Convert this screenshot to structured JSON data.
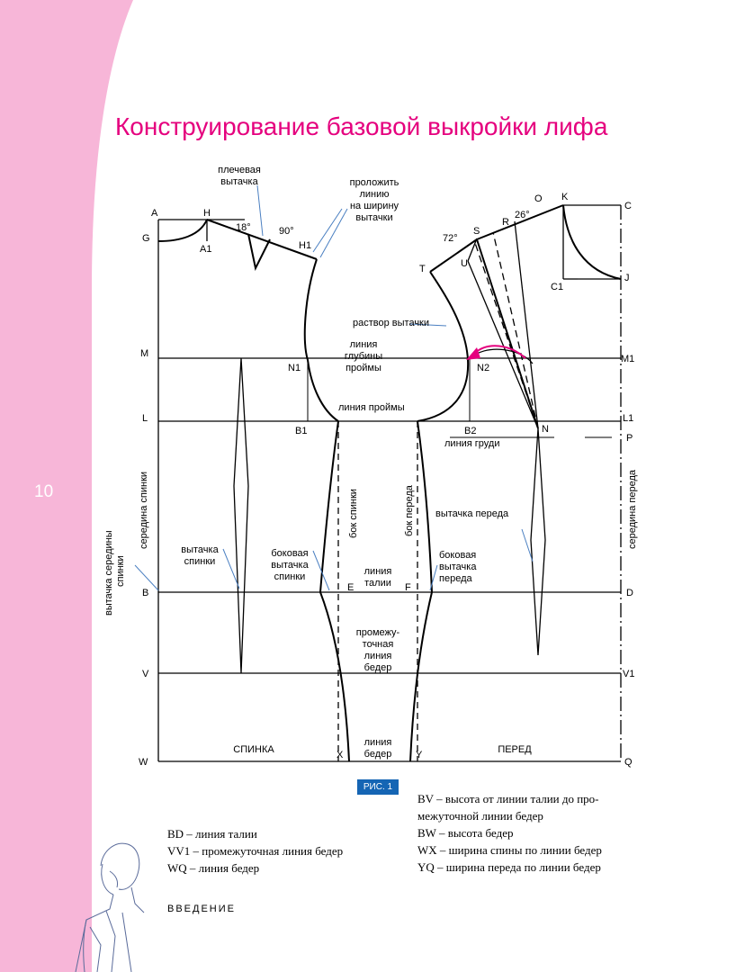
{
  "page": {
    "title": "Конструирование базовой выкройки лифа",
    "page_number": "10",
    "section": "ВВЕДЕНИЕ"
  },
  "colors": {
    "accent_pink": "#e5007e",
    "sidebar_pink": "#f7b6d8",
    "badge_blue": "#1565b4"
  },
  "figure": {
    "badge": "РИС. 1",
    "points": {
      "A": "A",
      "H": "H",
      "G": "G",
      "A1": "A1",
      "H1": "H1",
      "M": "M",
      "N1": "N1",
      "L": "L",
      "B1": "B1",
      "B": "B",
      "E": "E",
      "V": "V",
      "W": "W",
      "X": "X",
      "Y": "Y",
      "F": "F",
      "O": "O",
      "K": "K",
      "C": "C",
      "S": "S",
      "R": "R",
      "T": "T",
      "U": "U",
      "C1": "C1",
      "J": "J",
      "M1": "M1",
      "N2": "N2",
      "L1": "L1",
      "B2": "B2",
      "N": "N",
      "P": "P",
      "D": "D",
      "V1": "V1",
      "Q": "Q"
    },
    "angles": {
      "a18": "18°",
      "a90": "90°",
      "a26": "26°",
      "a72": "72°"
    },
    "labels": {
      "shoulder_dart": [
        "плечевая",
        "вытачка"
      ],
      "extend_line": [
        "проложить",
        "линию",
        "на ширину",
        "вытачки"
      ],
      "dart_opening": "раствор вытачки",
      "armhole_depth": [
        "линия",
        "глубины",
        "проймы"
      ],
      "armhole_line": "линия проймы",
      "bust_line": "линия груди",
      "back_center": "середина спинки",
      "back_center_dart": [
        "вытачка середины",
        "спинки"
      ],
      "back_side": "бок спинки",
      "front_side": "бок переда",
      "front_center": "середина переда",
      "front_dart": "вытачка переда",
      "back_dart": [
        "вытачка",
        "спинки"
      ],
      "back_side_dart": [
        "боковая",
        "вытачка",
        "спинки"
      ],
      "waist_line": [
        "линия",
        "талии"
      ],
      "front_side_dart": [
        "боковая",
        "вытачка",
        "переда"
      ],
      "mid_hip": [
        "промежу-",
        "точная",
        "линия",
        "бедер"
      ],
      "hip_line": [
        "линия",
        "бедер"
      ],
      "back": "СПИНКА",
      "front": "ПЕРЕД"
    }
  },
  "legend_left": [
    "BD – линия талии",
    "VV1 – промежуточная линия бедер",
    "WQ – линия бедер"
  ],
  "legend_right": [
    "BV – высота от линии талии до про-",
    "межуточной линии бедер",
    "BW – высота бедер",
    "WX – ширина спины по линии бедер",
    "YQ – ширина переда по линии бедер"
  ]
}
